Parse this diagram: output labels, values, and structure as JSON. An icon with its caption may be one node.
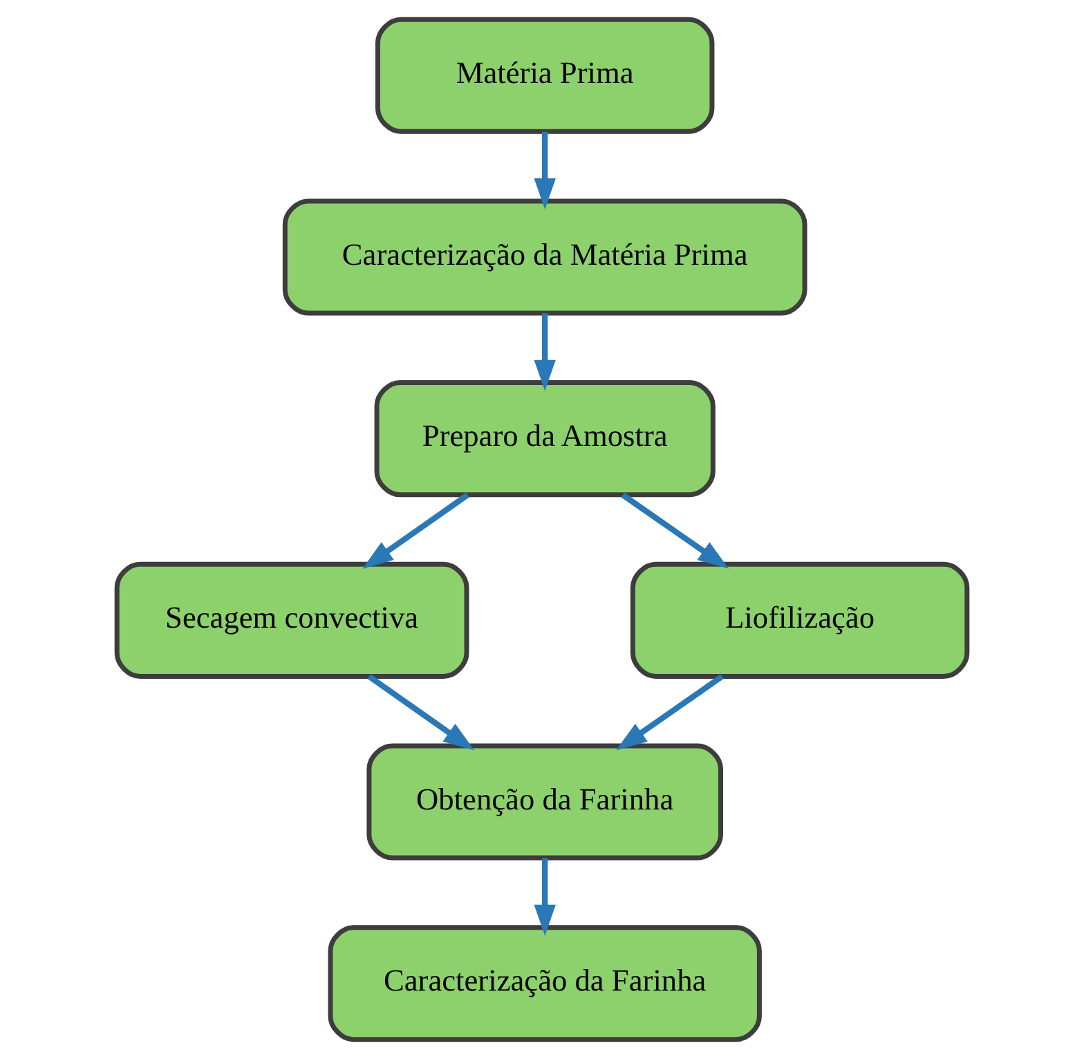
{
  "diagram": {
    "nodes": [
      {
        "text": [
          "Matéria Prima"
        ]
      },
      {
        "text": [
          "Caracterização da Matéria Prima"
        ]
      },
      {
        "text": [
          "Preparo da Amostra"
        ]
      },
      {
        "text": [
          "Secagem convectiva"
        ]
      },
      {
        "text": [
          "Liofilização"
        ]
      },
      {
        "text": [
          "Obtenção da Farinha"
        ]
      },
      {
        "text": [
          "Caracterização da Farinha"
        ]
      }
    ],
    "edges": [
      {
        "from": 0,
        "to": 1,
        "arrow": "to"
      },
      {
        "from": 1,
        "to": 2,
        "arrow": "to"
      },
      {
        "from": 2,
        "to": 3,
        "arrow": "to"
      },
      {
        "from": 2,
        "to": 4,
        "arrow": "to"
      },
      {
        "from": 3,
        "to": 5,
        "arrow": "to"
      },
      {
        "from": 4,
        "to": 5,
        "arrow": "to"
      },
      {
        "from": 5,
        "to": 6,
        "arrow": "to"
      }
    ]
  }
}
